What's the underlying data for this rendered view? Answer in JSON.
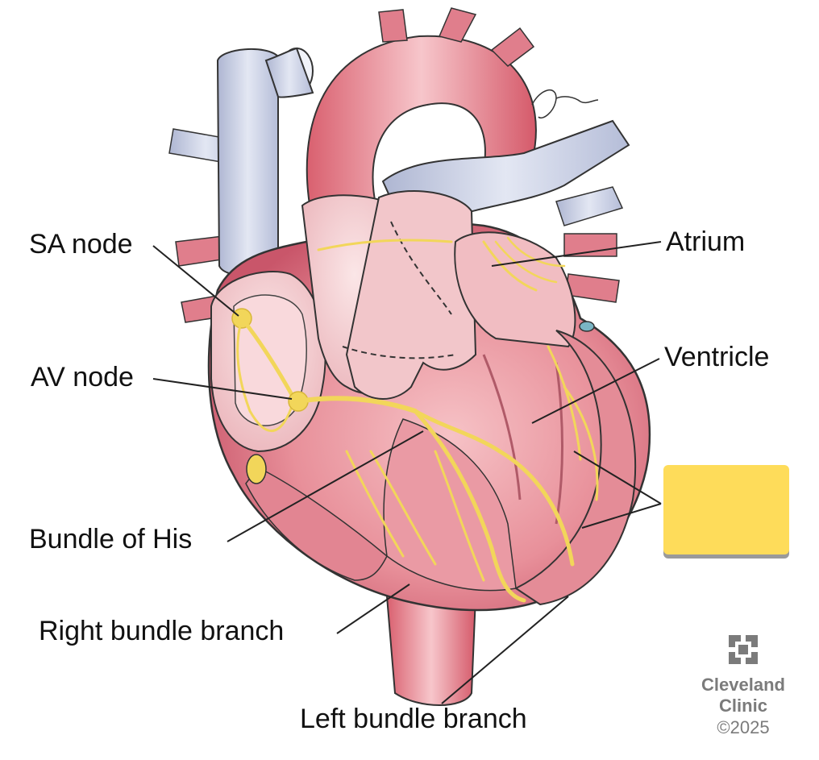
{
  "labels": {
    "sa_node": "SA node",
    "av_node": "AV node",
    "bundle_of_his": "Bundle of His",
    "right_bundle_branch": "Right bundle branch",
    "left_bundle_branch": "Left bundle branch",
    "atrium": "Atrium",
    "ventricle": "Ventricle"
  },
  "brand": {
    "name_line1": "Cleveland",
    "name_line2": "Clinic",
    "copyright": "©2025"
  },
  "colors": {
    "heart_pink": "#e8909a",
    "heart_dark": "#c9566a",
    "vessel_blue": "#c7cde3",
    "conduction_yellow": "#f2d65a",
    "sticky_note": "#fedc5a",
    "brand_gray": "#7b7b7b"
  },
  "icons": {
    "brand_logo": "cleveland-clinic-logo-icon",
    "signature": "artist-signature-icon"
  }
}
